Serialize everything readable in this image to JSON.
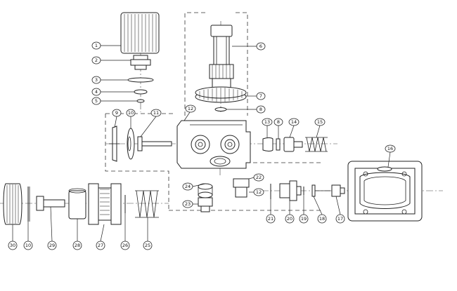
{
  "callouts": [
    {
      "id": "c1",
      "label": "1"
    },
    {
      "id": "c2",
      "label": "2"
    },
    {
      "id": "c3",
      "label": "3"
    },
    {
      "id": "c4",
      "label": "4"
    },
    {
      "id": "c5",
      "label": "5"
    },
    {
      "id": "c6",
      "label": "6"
    },
    {
      "id": "c7",
      "label": "7"
    },
    {
      "id": "c8",
      "label": "8"
    },
    {
      "id": "c9",
      "label": "9"
    },
    {
      "id": "c10",
      "label": "10"
    },
    {
      "id": "c11",
      "label": "11"
    },
    {
      "id": "c12",
      "label": "12"
    },
    {
      "id": "c13",
      "label": "13"
    },
    {
      "id": "c8b",
      "label": "8"
    },
    {
      "id": "c14",
      "label": "14"
    },
    {
      "id": "c15",
      "label": "15"
    },
    {
      "id": "c16",
      "label": "16"
    },
    {
      "id": "c22",
      "label": "22"
    },
    {
      "id": "c24",
      "label": "24"
    },
    {
      "id": "c23",
      "label": "23"
    },
    {
      "id": "c12b",
      "label": "12"
    },
    {
      "id": "c21",
      "label": "21"
    },
    {
      "id": "c20",
      "label": "20"
    },
    {
      "id": "c19",
      "label": "19"
    },
    {
      "id": "c18",
      "label": "18"
    },
    {
      "id": "c17",
      "label": "17"
    },
    {
      "id": "c30",
      "label": "30"
    },
    {
      "id": "c10b",
      "label": "10"
    },
    {
      "id": "c29",
      "label": "29"
    },
    {
      "id": "c28",
      "label": "28"
    },
    {
      "id": "c27",
      "label": "27"
    },
    {
      "id": "c26",
      "label": "26"
    },
    {
      "id": "c25",
      "label": "25"
    }
  ]
}
